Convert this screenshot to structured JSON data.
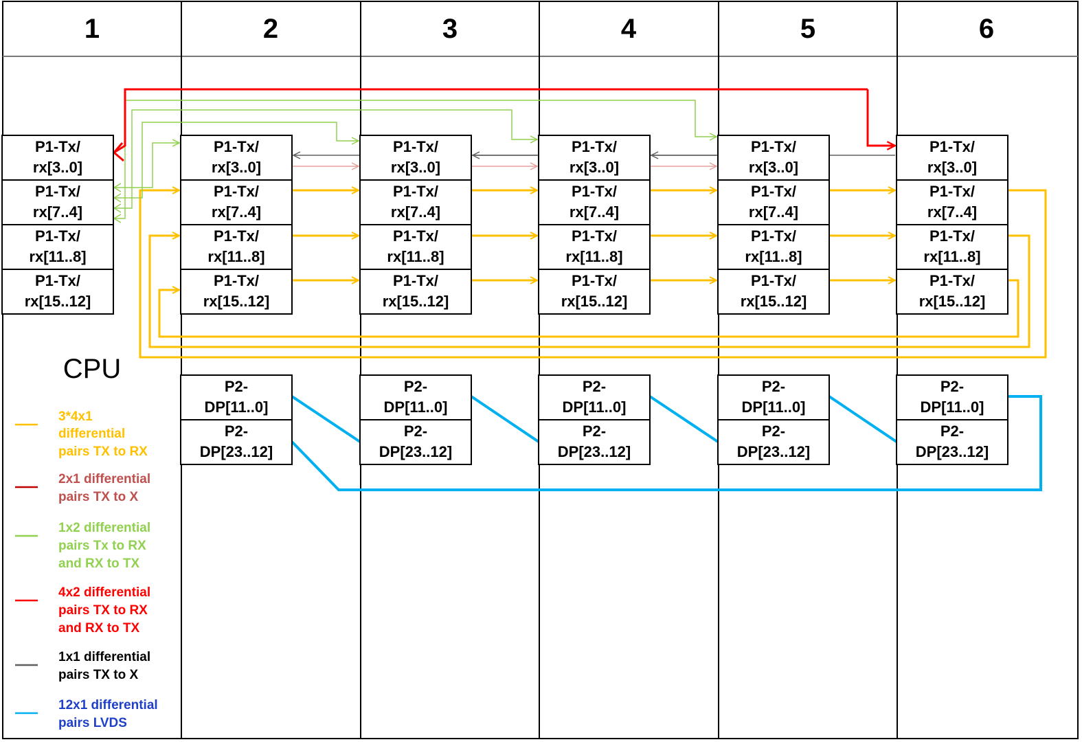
{
  "colors": {
    "yellow": "#ffc000",
    "dark_red": "#c00000",
    "pink": "#e6a09a",
    "green": "#92d050",
    "red": "#ff0000",
    "gray": "#606060",
    "blue": "#00b0f0",
    "legend_blue_text": "#1f3fc8",
    "legend_brown_text": "#c0504d"
  },
  "columns": [
    "1",
    "2",
    "3",
    "4",
    "5",
    "6"
  ],
  "cpu_label": "CPU",
  "p1_rows": [
    [
      "P1-Tx/",
      "rx[3..0]"
    ],
    [
      "P1-Tx/",
      "rx[7..4]"
    ],
    [
      "P1-Tx/",
      "rx[11..8]"
    ],
    [
      "P1-Tx/",
      "rx[15..12]"
    ]
  ],
  "p2_rows": [
    [
      "P2-",
      "DP[11..0]"
    ],
    [
      "P2-",
      "DP[23..12]"
    ]
  ],
  "legend": [
    {
      "color": "yellow",
      "text_color": "yellow",
      "lines": [
        "3*4x1",
        "differential",
        "pairs TX to RX"
      ]
    },
    {
      "color": "dark_red",
      "text_color": "legend_brown_text",
      "lines": [
        "2x1 differential",
        "pairs TX to X"
      ]
    },
    {
      "color": "green",
      "text_color": "green",
      "lines": [
        "1x2 differential",
        "pairs Tx to RX",
        "and RX to TX"
      ]
    },
    {
      "color": "red",
      "text_color": "red",
      "lines": [
        "4x2 differential",
        "pairs TX to RX",
        "and RX to TX"
      ]
    },
    {
      "color": "gray",
      "text_color": "black",
      "lines": [
        "1x1 differential",
        "pairs TX to X"
      ]
    },
    {
      "color": "blue",
      "text_color": "legend_blue_text",
      "lines": [
        "12x1 differential",
        "pairs LVDS"
      ]
    }
  ]
}
